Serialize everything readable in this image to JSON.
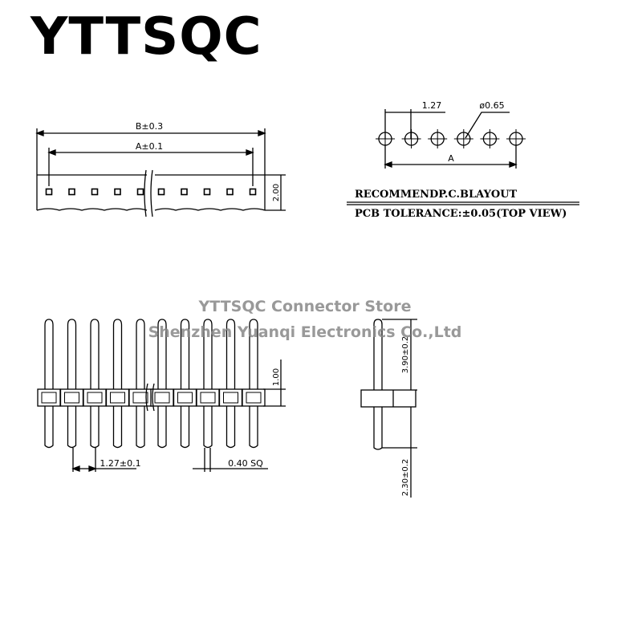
{
  "brand": "YTTSQC",
  "top_view": {
    "dim_b": "B±0.3",
    "dim_a": "A±0.1",
    "dim_height": "2.00",
    "pin_count_shown": 10
  },
  "pcb_layout": {
    "pitch": "1.27",
    "hole_dia": "ø0.65",
    "dim_a": "A",
    "hole_count": 6,
    "title": "RECOMMENDP.C.BLAYOUT",
    "tolerance": "PCB TOLERANCE:±0.05(TOP VIEW)"
  },
  "front_view": {
    "pitch": "1.27±0.1",
    "pin_size": "0.40 SQ",
    "body_height": "1.00",
    "pin_count_shown": 10
  },
  "side_view": {
    "upper_length": "3.90±0.2",
    "lower_length": "2.30±0.2"
  },
  "watermark": {
    "line1": "YTTSQC Connector Store",
    "line2": "Shenzhen Yuanqi Electronics Co.,Ltd"
  }
}
